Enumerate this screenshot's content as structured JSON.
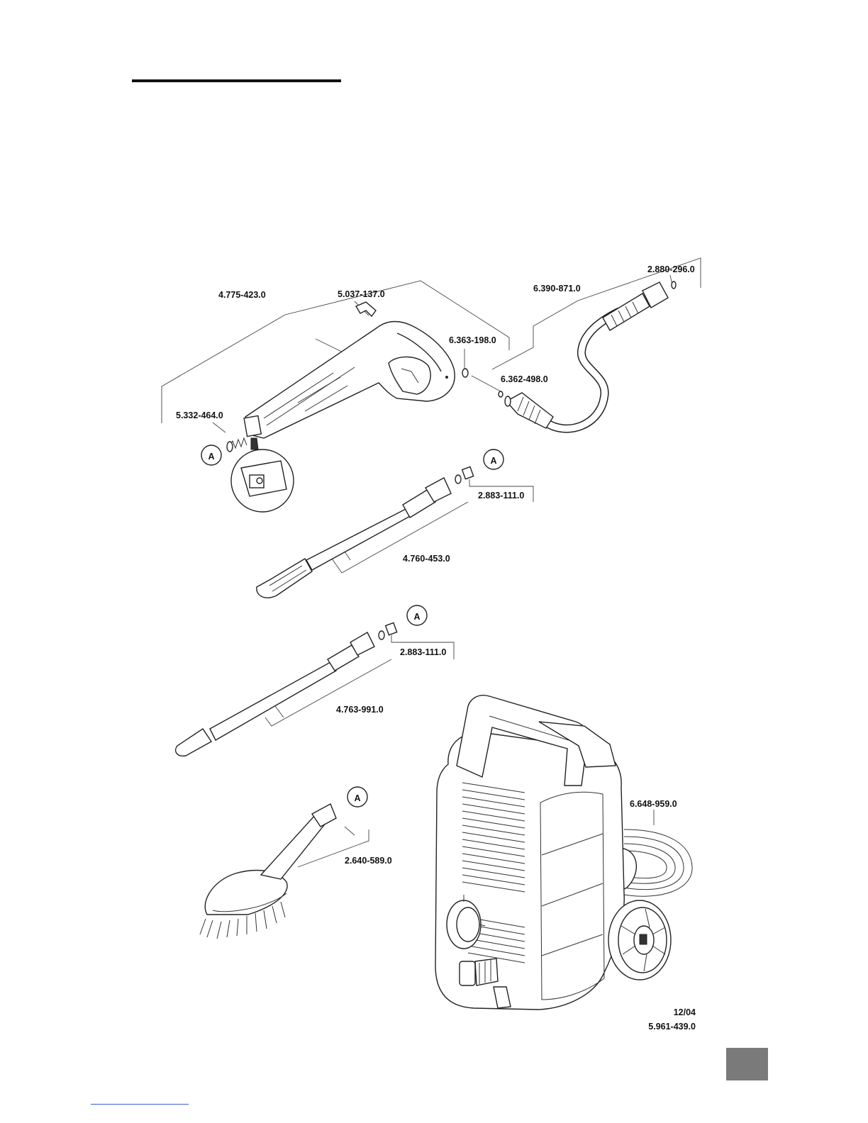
{
  "labels": {
    "gun": "4.775-423.0",
    "clip": "5.037-137.0",
    "oring_gun": "6.363-198.0",
    "hose": "6.390-871.0",
    "hose_coupling": "2.880-296.0",
    "oring_hose": "6.362-498.0",
    "spring": "5.332-464.0",
    "nozzle_kit_1": "2.883-111.0",
    "spray_lance": "4.760-453.0",
    "nozzle_kit_2": "2.883-111.0",
    "rotor_lance": "4.763-991.0",
    "brush": "2.640-589.0",
    "suction_hose": "6.648-959.0"
  },
  "markers": {
    "a1": "A",
    "a2": "A",
    "a3": "A",
    "a4": "A"
  },
  "footer": {
    "date": "12/04",
    "doc_number": "5.961-439.0"
  },
  "colors": {
    "ink": "#111111",
    "corner_box": "#7a7a7a",
    "link_rule": "#3a5fd6"
  }
}
